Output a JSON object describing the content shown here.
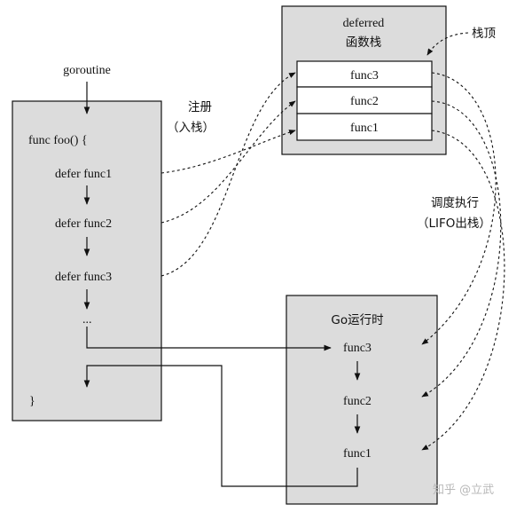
{
  "goroutine": {
    "label": "goroutine",
    "func_header": "func foo() {",
    "defer1": "defer func1",
    "defer2": "defer func2",
    "defer3": "defer func3",
    "ellipsis": "...",
    "close_brace": "}"
  },
  "deferred_stack": {
    "title_line1": "deferred",
    "title_line2": "函数栈",
    "top_label": "栈顶",
    "cells": [
      "func3",
      "func2",
      "func1"
    ]
  },
  "register_label": {
    "line1": "注册",
    "line2": "（入栈）"
  },
  "schedule_label": {
    "line1": "调度执行",
    "line2": "（LIFO出栈）"
  },
  "runtime": {
    "title": "Go运行时",
    "calls": [
      "func3",
      "func2",
      "func1"
    ]
  },
  "watermark": "知乎 @立武"
}
